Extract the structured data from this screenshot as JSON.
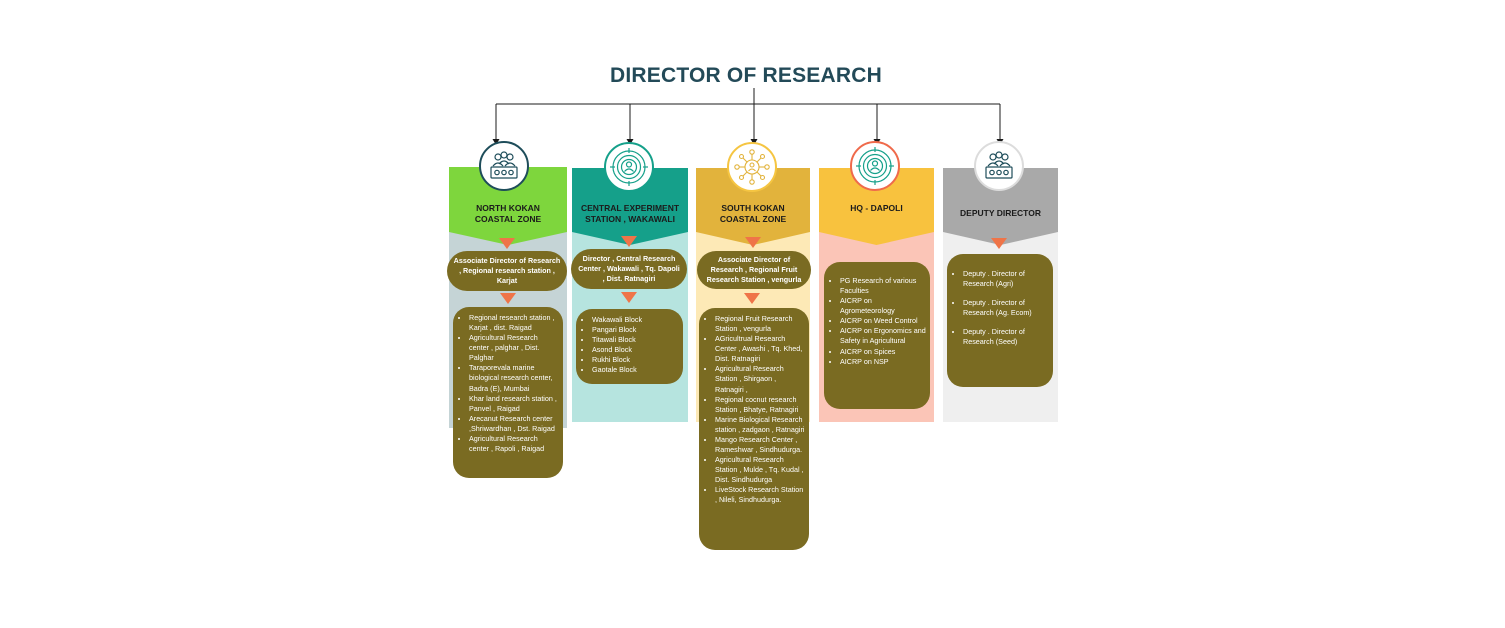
{
  "title": "DIRECTOR OF RESEARCH",
  "colors": {
    "title": "#234a58",
    "connector": "#1b1b1b",
    "arrow": "#ef7448",
    "content_box": "#7a6b22"
  },
  "columns": [
    {
      "header": "NORTH KOKAN COASTAL ZONE",
      "icon": "team-meeting-icon",
      "header_color": "#7ed63d",
      "body_color": "#c5d4d6",
      "ring_color": "#1e4d5a",
      "sub": "Associate Director of Research , Regional research station , Karjat",
      "items": [
        "Regional research station , Karjat , dist. Raigad",
        "Agricultural Research center , palghar , Dist. Palghar",
        "Taraporevala  marine biological research center, Badra (E), Mumbai",
        "Khar land research station , Panvel , Raigad",
        "Arecanut Research center ,Shriwardhan , Dst. Raigad",
        "Agricultural Research center , Rapoli , Raigad"
      ]
    },
    {
      "header": "CENTRAL EXPERIMENT STATION , WAKAWALI",
      "icon": "target-person-icon",
      "header_color": "#15a08a",
      "body_color": "#b6e4df",
      "ring_color": "#15a08a",
      "sub": "Director , Central Research Center , Wakawali , Tq. Dapoli , Dist. Ratnagiri",
      "items": [
        "Wakawali Block",
        "Pangari Block",
        "Titawali Block",
        "Asond Block",
        "Rukhi Block",
        "Gaotale Block"
      ]
    },
    {
      "header": "SOUTH KOKAN COASTAL ZONE",
      "icon": "network-person-icon",
      "header_color": "#e2b33c",
      "body_color": "#fde9b6",
      "ring_color": "#f5c542",
      "sub": "Associate Director of Research , Regional Fruit Research Station , vengurla",
      "items": [
        "Regional Fruit Research Station , vengurla",
        "AGricultrual Research Center , Awashi , Tq. Khed, Dist. Ratnagiri",
        "Agricultural Research Station , Shirgaon , Ratnagiri ,",
        "Regional cocnut research Station , Bhatye, Ratnagiri",
        "Marine Biological Research station , zadgaon , Ratnagiri",
        "Mango Research Center , Rameshwar , Sindhudurga.",
        "Agricultural Research Station , Mulde , Tq. Kudal , Dist. Sindhudurga",
        "LiveStock Research Station , Nileli, Sindhudurga."
      ]
    },
    {
      "header": "HQ - DAPOLI",
      "icon": "target-person-icon",
      "header_color": "#f8c23e",
      "body_color": "#fbc5b7",
      "ring_color": "#ef6a4b",
      "sub": "",
      "items": [
        "PG Research of various Faculties",
        "AICRP on Agrometeorology",
        "AICRP on Weed Control",
        "AICRP on Ergonomics and Safety in Agricultural",
        "AICRP on Spices",
        "AICRP on NSP"
      ]
    },
    {
      "header": "DEPUTY DIRECTOR",
      "icon": "team-meeting-icon",
      "header_color": "#a9a9a9",
      "body_color": "#efefef",
      "ring_color": "#dcdcdc",
      "sub": "",
      "items": [
        "Deputy . Director of Research (Agri)",
        "Deputy . Director of Research (Ag. Ecom)",
        "Deputy . Director of Research (Seed)"
      ]
    }
  ]
}
